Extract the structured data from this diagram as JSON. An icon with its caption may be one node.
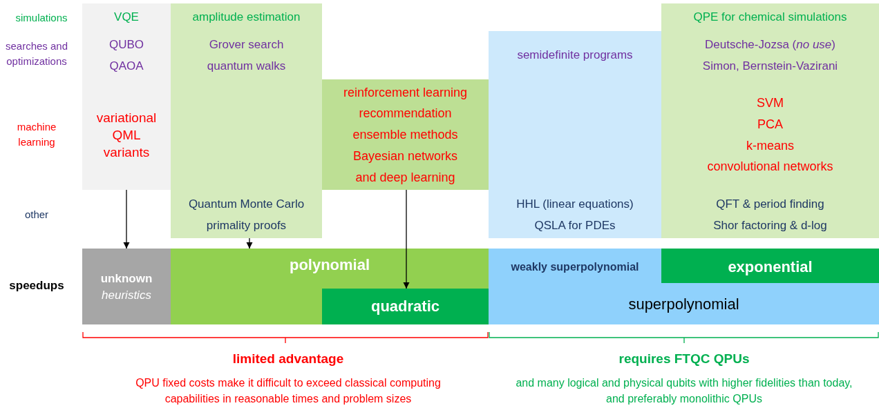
{
  "diagram": {
    "nodes": [
      {
        "text": [
          "VQE",
          "QUBO",
          "QAOA",
          "variational QML variants"
        ]
      },
      {
        "text": [
          "amplitude estimation",
          "Grover search",
          "quantum walks",
          "Quantum Monte Carlo",
          "primality proofs"
        ]
      },
      {
        "text": [
          "reinforcement learning",
          "recommendation",
          "ensemble methods",
          "Bayesian networks",
          "and deep learning"
        ]
      },
      {
        "text": [
          "semidefinite programs",
          "HHL (linear equations)",
          "QSLA for PDEs"
        ]
      },
      {
        "text": [
          "QPE for chemical simulations",
          "Deutsche-Jozsa (*no use*)",
          "Simon, Bernstein-Vazirani",
          "SVM",
          "PCA",
          "k-means",
          "convolutional networks",
          "QFT & period finding",
          "Shor factoring & d-log"
        ]
      },
      {
        "text": [
          "unknown",
          "heuristics"
        ]
      },
      {
        "text": [
          "polynomial"
        ]
      },
      {
        "text": [
          "quadratic"
        ],
        "in": 6
      },
      {
        "text": [
          "weakly superpolynomial",
          "superpolynomial"
        ]
      },
      {
        "text": [
          "exponential"
        ],
        "in": 8
      }
    ],
    "edges": [
      {
        "from": 0,
        "to": 5,
        "arrow": "to"
      },
      {
        "from": 1,
        "to": 6,
        "arrow": "to"
      },
      {
        "from": 2,
        "to": 7,
        "arrow": "to"
      }
    ],
    "labels": [
      "simulations",
      "searches and optimizations",
      "machine learning",
      "other",
      "speedups",
      "limited advantage",
      "QPU fixed costs make it difficult to exceed classical computing capabilities in reasonable times and problem sizes",
      "requires FTQC QPUs",
      "and many logical and physical qubits with higher fidelities than today, and preferably monolithic QPUs"
    ]
  }
}
